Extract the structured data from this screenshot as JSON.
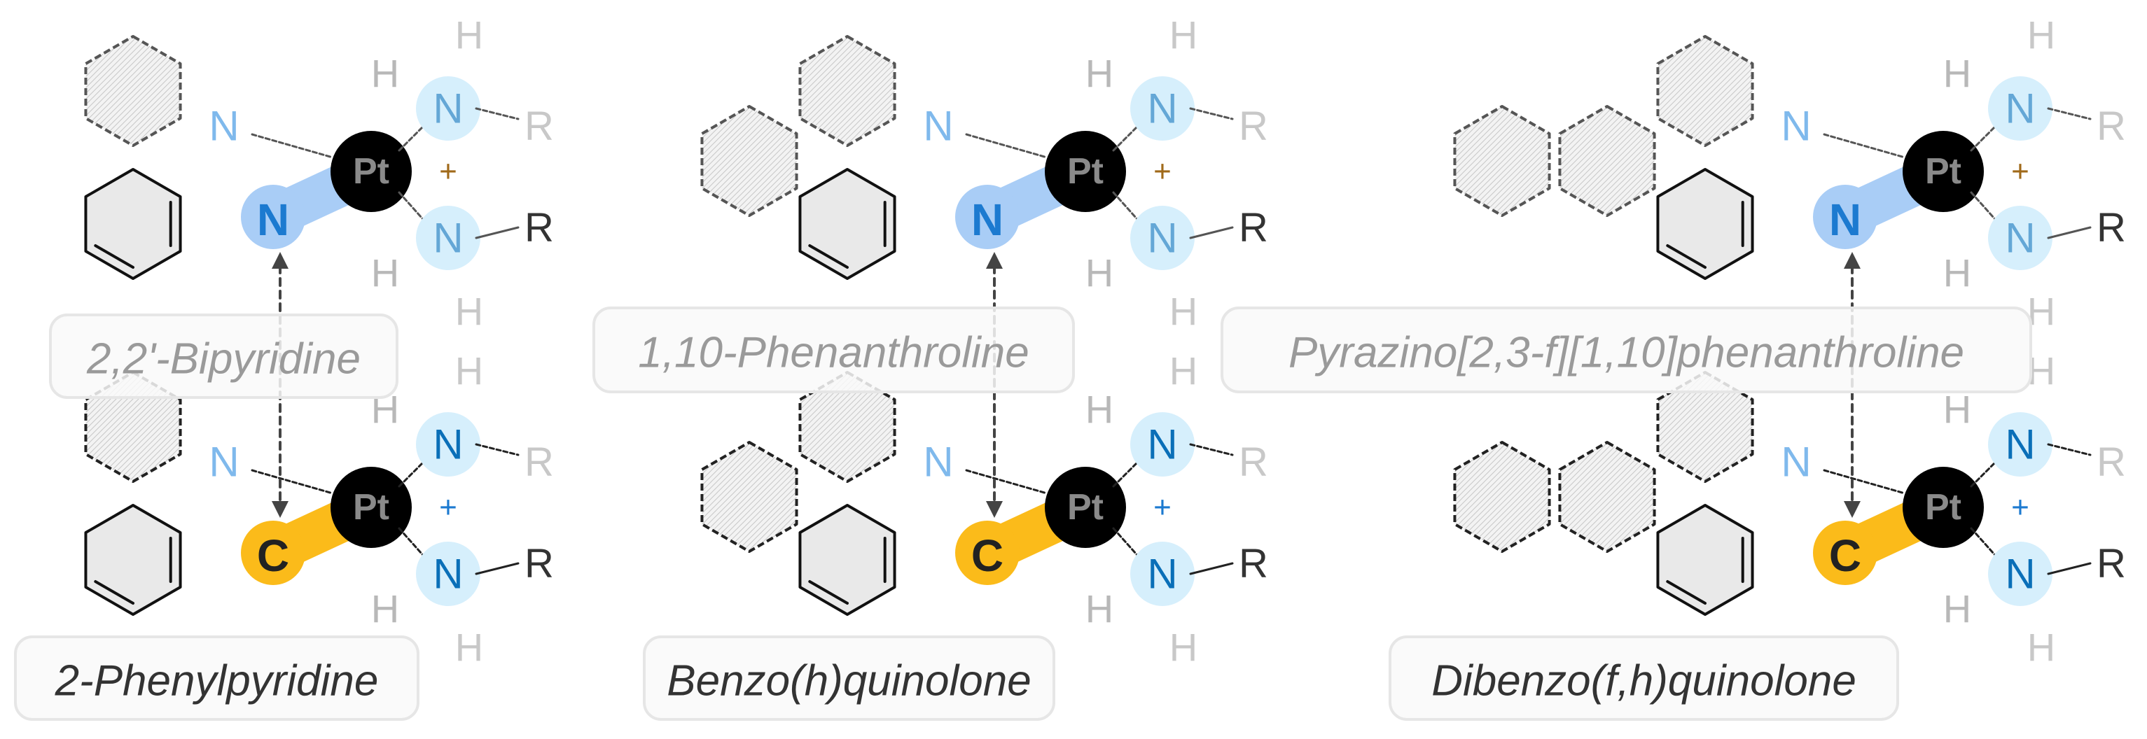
{
  "complexes": [
    {
      "id": "bipy",
      "name": "2,2'-Bipyridine",
      "donor": "N",
      "faded": true,
      "rings": 2
    },
    {
      "id": "phen",
      "name": "1,10-Phenanthroline",
      "donor": "N",
      "faded": true,
      "rings": 3
    },
    {
      "id": "pyphen",
      "name": "Pyrazino[2,3-f][1,10]phenanthroline",
      "donor": "N",
      "faded": true,
      "rings": 4
    },
    {
      "id": "ppy",
      "name": "2-Phenylpyridine",
      "donor": "C",
      "faded": false,
      "rings": 2
    },
    {
      "id": "bhq",
      "name": "Benzo(h)quinolone",
      "donor": "C",
      "faded": false,
      "rings": 3
    },
    {
      "id": "dbq",
      "name": "Dibenzo(f,h)quinolone",
      "donor": "C",
      "faded": false,
      "rings": 4
    }
  ],
  "atoms": {
    "metal": "Pt",
    "ring_nitrogen": "N",
    "amine_nitrogen": "N",
    "hydrogen": "H",
    "substituent": "R",
    "charge": "+",
    "carbon": "C"
  },
  "colors": {
    "n_bond": "#a9cdf6",
    "c_bond": "#fbbb1a",
    "n_atom": "#1c7ad0",
    "n_atom_faded": "#7fb9ec",
    "amine_circle": "#d6effc",
    "amine_n": "#0a6fb8",
    "amine_n_faded": "#64a7d6",
    "metal": "#000000",
    "metal_text": "#8a8a8a",
    "caption_border": "#e6e6e6",
    "caption_text_faded": "#9a9a9a",
    "caption_text": "#333333",
    "ring_fill": "#e9e9e9",
    "charge_faded": "#a06a1a",
    "charge": "#1c7ad0"
  }
}
